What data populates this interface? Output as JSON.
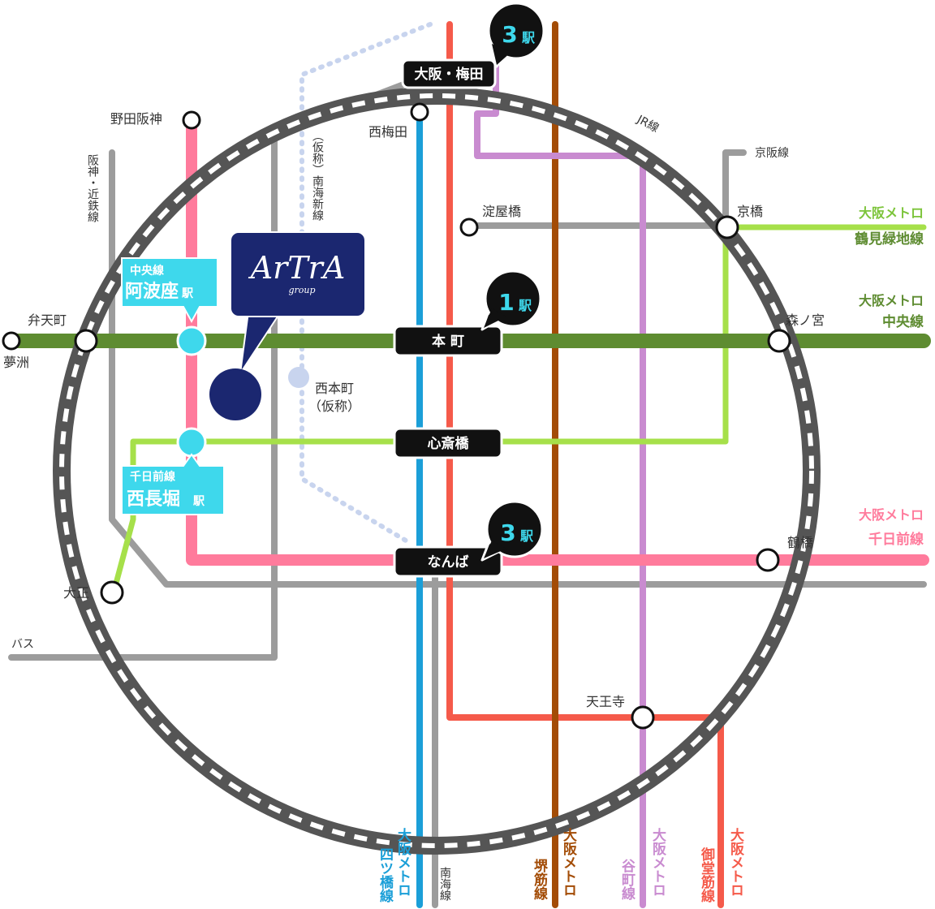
{
  "colors": {
    "loop": "#555555",
    "chuo": "#5e8c31",
    "tsurumi": "#a6e04a",
    "sennichimae": "#ff7b9c",
    "yotsubashi": "#1b9fd8",
    "midosuji": "#f55a4a",
    "sakaisuji": "#a34c06",
    "tanimachi": "#c98bd0",
    "nankai": "#9c9c9c",
    "nankai_new": "#c8d4ee",
    "highlight": "#3ed8ec",
    "brand": "#1b2770"
  },
  "stations": {
    "umeda": "大阪・梅田",
    "hommachi": "本 町",
    "shinsaibashi": "心斎橋",
    "namba": "なんば",
    "noda_hanshin": "野田阪神",
    "nishi_umeda": "西梅田",
    "yodoyabashi": "淀屋橋",
    "kyobashi": "京橋",
    "morinomiya": "森ノ宮",
    "tsuruhashi": "鶴橋",
    "tennoji": "天王寺",
    "taisho": "大正",
    "bentencho": "弁天町",
    "yumeshima": "夢洲",
    "nishihommachi_1": "西本町",
    "nishihommachi_2": "（仮称）"
  },
  "callouts": {
    "umeda_num": "3",
    "umeda_unit": "駅",
    "hommachi_num": "1",
    "hommachi_unit": "駅",
    "namba_num": "3",
    "namba_unit": "駅"
  },
  "highlights": {
    "awaza_line": "中央線",
    "awaza_name": "阿波座",
    "awaza_unit": "駅",
    "nishinagahori_line": "千日前線",
    "nishinagahori_name": "西長堀",
    "nishinagahori_unit": "駅"
  },
  "brand": {
    "name": "ArTrA",
    "sub": "group"
  },
  "lines": {
    "jr": "JR線",
    "keihan": "京阪線",
    "hanshin_kintetsu": "阪神・近鉄線",
    "nankai_new": "（仮称）南海新線",
    "bus": "バス",
    "nankai": "南海線"
  },
  "legend": {
    "tsurumi_top": "大阪メトロ",
    "tsurumi_name": "鶴見緑地線",
    "chuo_top": "大阪メトロ",
    "chuo_name": "中央線",
    "sennichi_top": "大阪メトロ",
    "sennichi_name": "千日前線"
  },
  "vertical_legends": {
    "yotsubashi_a": "大阪メトロ",
    "yotsubashi_b": "四ツ橋線",
    "sakaisuji_a": "大阪メトロ",
    "sakaisuji_b": "堺筋線",
    "tanimachi_a": "大阪メトロ",
    "tanimachi_b": "谷町線",
    "midosuji_a": "大阪メトロ",
    "midosuji_b": "御堂筋線"
  }
}
